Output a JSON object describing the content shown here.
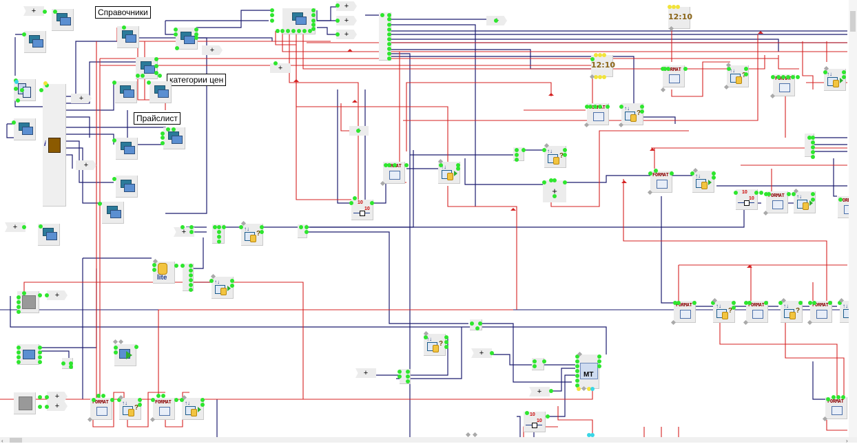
{
  "diagram": {
    "type": "flowchart-node-editor",
    "labels": {
      "reference_books": "Справочники",
      "price_categories": "категории цен",
      "price_list": "Прайслист"
    },
    "plus_symbol": "+",
    "format_label": "FORMAT",
    "timer_label": "12:10",
    "db_label": "lite",
    "report_label": "MT",
    "counter_top": "10",
    "counter_right": "10",
    "wire_colors": {
      "data": "#1a1a6e",
      "control": "#d42020"
    },
    "port_colors": {
      "active": "#2ee62e",
      "event": "#f1e33a",
      "aux": "#39d6e6",
      "inactive": "#a9a9a9"
    },
    "node_types": [
      "form-window",
      "format-text",
      "table-query",
      "table-exec",
      "timer",
      "sqlite-db",
      "report",
      "counter",
      "junction",
      "plus-operator",
      "button",
      "group-box",
      "splitter"
    ]
  },
  "scrollbars": {
    "horizontal_left": "‹",
    "horizontal_right": "›"
  }
}
